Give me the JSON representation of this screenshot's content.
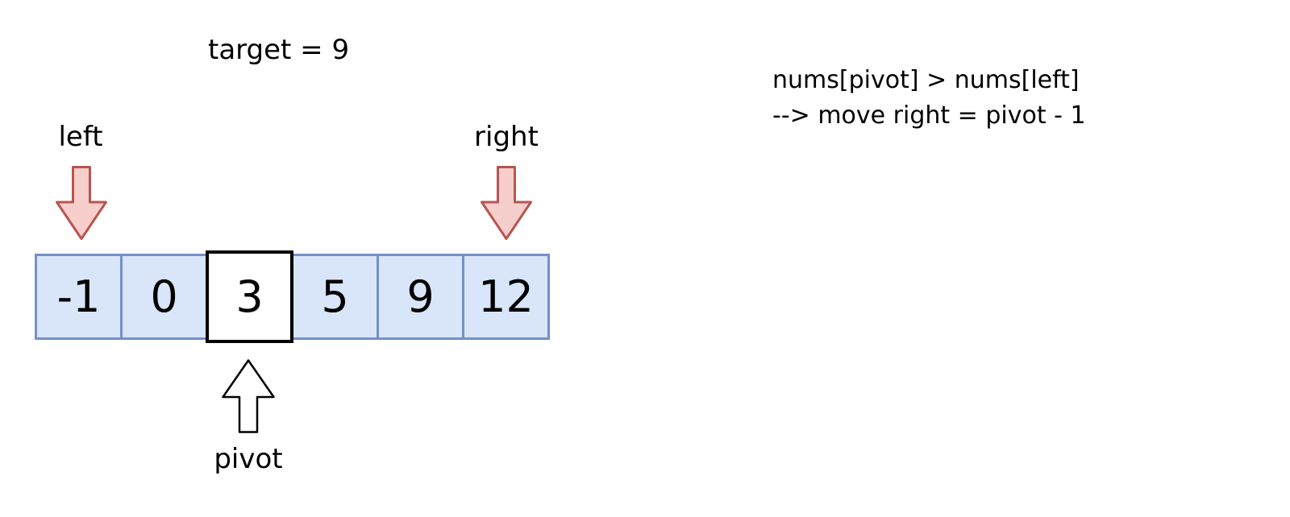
{
  "diagram": {
    "target_label": "target = 9",
    "left_pointer_label": "left",
    "right_pointer_label": "right",
    "pivot_pointer_label": "pivot",
    "array": {
      "values": [
        "-1",
        "0",
        "3",
        "5",
        "9",
        "12"
      ],
      "pivot_index": 2,
      "left_index": 0,
      "right_index": 5
    },
    "annotation": {
      "line1": "nums[pivot] > nums[left]",
      "line2": "--> move right = pivot - 1"
    }
  },
  "colors": {
    "background": "#ffffff",
    "text": "#000000",
    "cell_fill": "#d9e5f8",
    "cell_border": "#7590c5",
    "pivot_fill": "#ffffff",
    "pivot_border": "#000000",
    "arrow_fill": "#f6cfcc",
    "arrow_border": "#b85450",
    "up_arrow_fill": "#ffffff",
    "up_arrow_border": "#000000"
  }
}
